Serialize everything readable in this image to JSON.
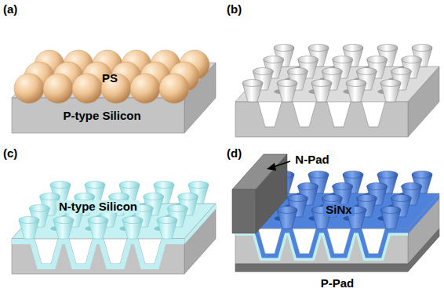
{
  "diagram": {
    "labels": [
      "(a)",
      "PS",
      "P-type Silicon",
      "(b)",
      "(c)",
      "N-type Silicon",
      "(d)",
      "N-Pad",
      "SiNx",
      "P-Pad"
    ]
  }
}
